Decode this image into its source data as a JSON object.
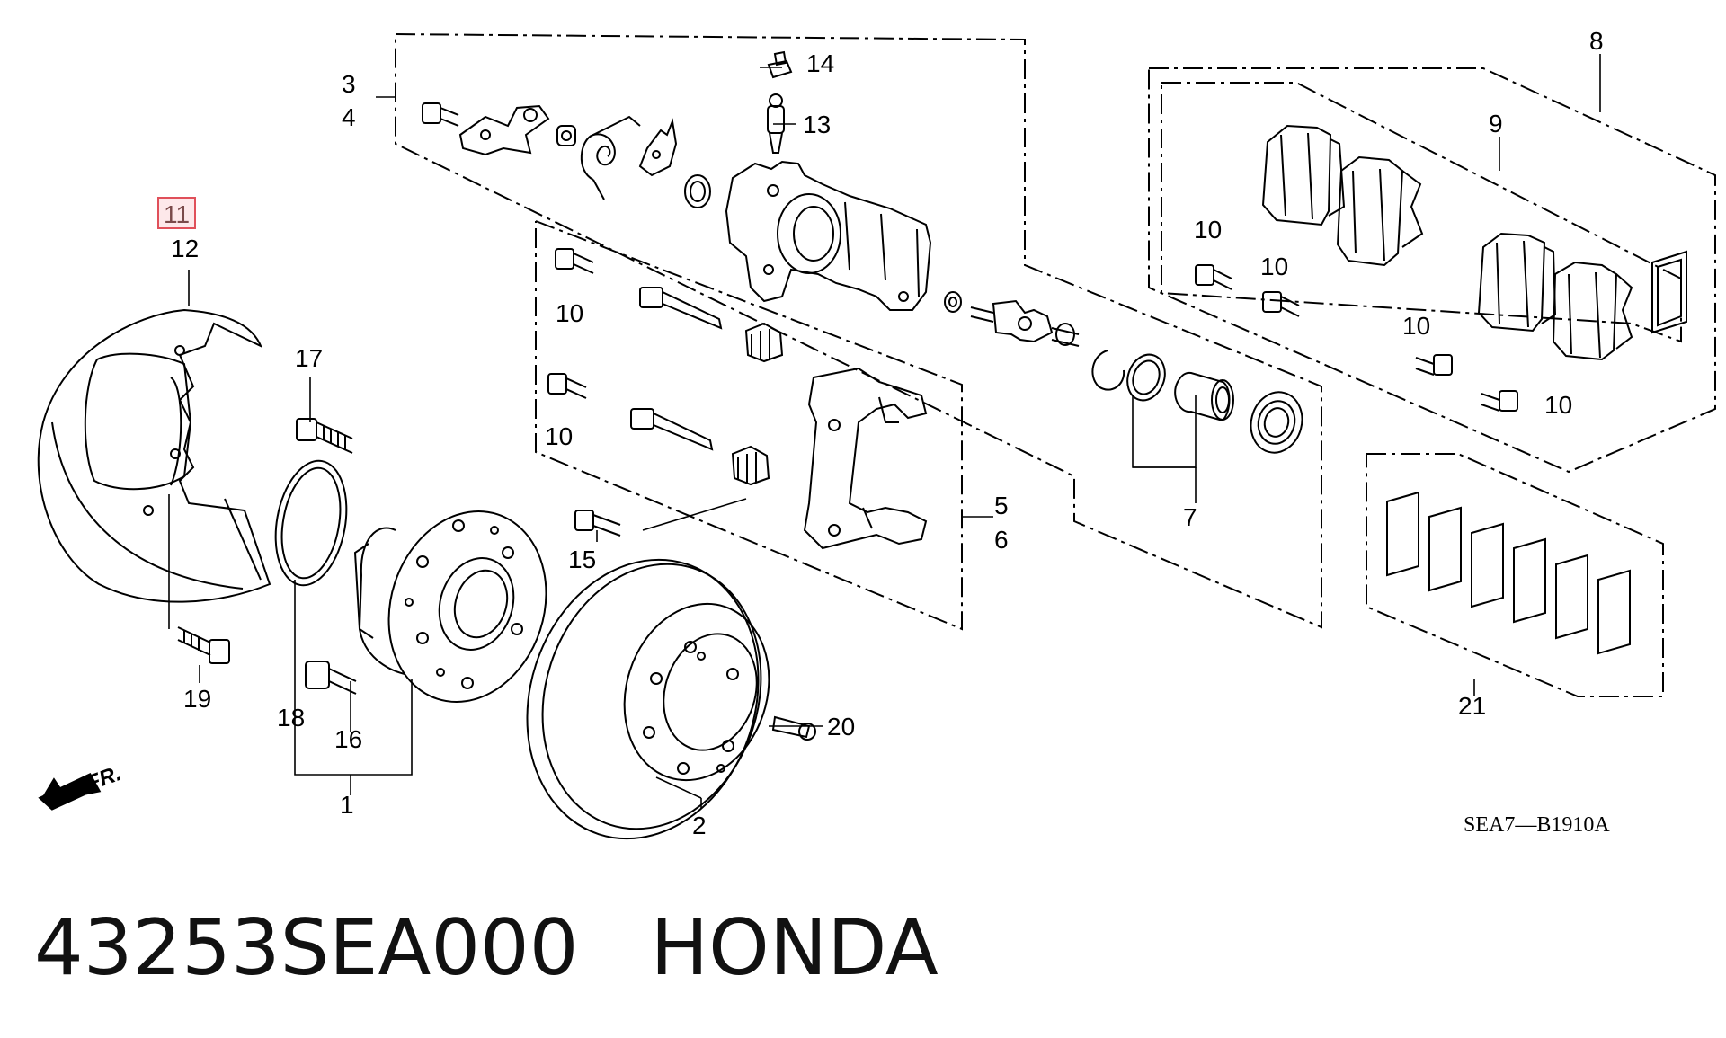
{
  "diagram": {
    "highlighted_callout": "11",
    "callouts": {
      "c1": "1",
      "c2": "2",
      "c3": "3",
      "c4": "4",
      "c5": "5",
      "c6": "6",
      "c7": "7",
      "c8": "8",
      "c9": "9",
      "c10": "10",
      "c11": "11",
      "c12": "12",
      "c13": "13",
      "c14": "14",
      "c15": "15",
      "c16": "16",
      "c17": "17",
      "c18": "18",
      "c19": "19",
      "c20": "20",
      "c21": "21"
    },
    "direction_label": "FR.",
    "diagram_code": "SEA7—B1910A",
    "colors": {
      "line": "#000000",
      "highlight_box": "#e0505a",
      "highlight_fill": "#fde8ea"
    }
  },
  "caption": {
    "part_number": "43253SEA000",
    "brand": "HONDA"
  }
}
